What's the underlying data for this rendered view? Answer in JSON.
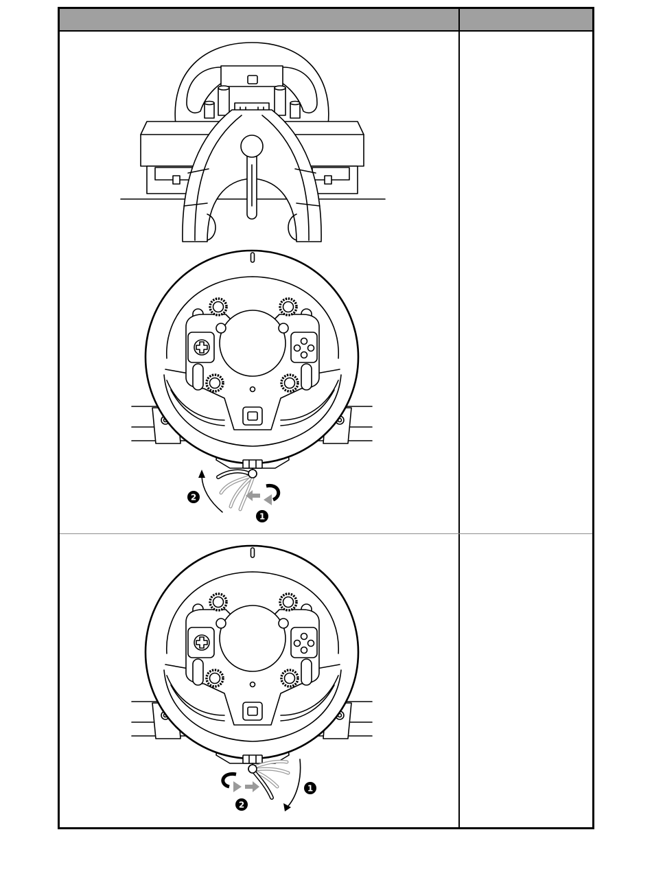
{
  "figures": [
    {
      "step_markers": [
        "1",
        "2"
      ]
    },
    {
      "step_markers": [
        "1",
        "2"
      ]
    }
  ],
  "colors": {
    "header_fill": "#a0a0a0",
    "border": "#000000",
    "row_divider": "#8c8c8c",
    "arrow_gray": "#9a9a9a"
  }
}
